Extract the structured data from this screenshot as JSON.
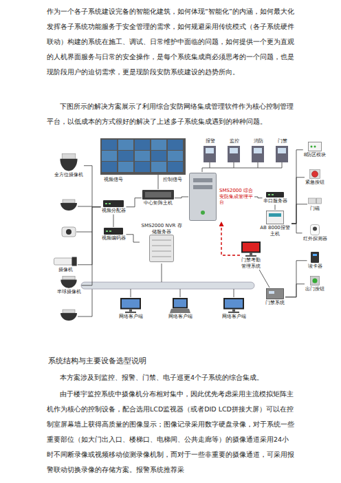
{
  "diagram": {
    "nodes": [
      {
        "text": [
          "全方位摄像机"
        ]
      },
      {
        "text": [
          "摄像机"
        ]
      },
      {
        "text": [
          "半球摄像机"
        ]
      },
      {
        "text": [
          "视频分配器"
        ]
      },
      {
        "text": [
          "中心矩阵主机"
        ]
      },
      {
        "text": [
          "视频编码器"
        ]
      },
      {
        "text": [
          "SMS2000 NVR 存储服务器"
        ]
      },
      {
        "text": [
          "SMS2000 综合安防集成管理平台"
        ]
      },
      {
        "text": [
          "串口服务器"
        ]
      },
      {
        "text": [
          "AB 8000报警主机"
        ]
      },
      {
        "text": [
          "门禁考勤管理系统"
        ]
      },
      {
        "text": [
          "门禁系统"
        ]
      },
      {
        "text": [
          "网络客户端"
        ]
      },
      {
        "text": [
          "网络客户端"
        ]
      },
      {
        "text": [
          "网络客户端"
        ]
      },
      {
        "text": [
          "8防区模块"
        ]
      },
      {
        "text": [
          "紧急按钮"
        ]
      },
      {
        "text": [
          "门磁"
        ]
      },
      {
        "text": [
          "红外探测器"
        ]
      },
      {
        "text": [
          "读卡器"
        ]
      },
      {
        "text": [
          "出门按钮"
        ]
      }
    ],
    "edges": [
      {
        "from": 0,
        "to": 3,
        "arrow": "none"
      },
      {
        "from": 1,
        "to": 3,
        "arrow": "none"
      },
      {
        "from": 2,
        "to": 3,
        "arrow": "none"
      },
      {
        "from": 3,
        "to": 4,
        "arrow": "none"
      },
      {
        "from": 3,
        "to": 5,
        "arrow": "none"
      },
      {
        "from": 5,
        "to": 6,
        "arrow": "none"
      },
      {
        "from": 4,
        "to": 7,
        "arrow": "none"
      },
      {
        "from": 7,
        "to": 8,
        "arrow": "none"
      },
      {
        "from": 8,
        "to": 9,
        "arrow": "none"
      },
      {
        "from": 9,
        "to": 15,
        "arrow": "none"
      },
      {
        "from": 9,
        "to": 16,
        "arrow": "none"
      },
      {
        "from": 9,
        "to": 17,
        "arrow": "none"
      },
      {
        "from": 9,
        "to": 18,
        "arrow": "none"
      },
      {
        "from": 10,
        "to": 7,
        "arrow": "to"
      },
      {
        "from": 11,
        "to": 10,
        "arrow": "none"
      },
      {
        "from": 11,
        "to": 19,
        "arrow": "none"
      },
      {
        "from": 11,
        "to": 20,
        "arrow": "none"
      }
    ],
    "labels": [
      "作为一个各子系统建设完备的智能化建筑，如何体现“智能化”的内涵，如何最大化发挥各子系统功能服务于安全管理的需求，如何规避采用传统模式（各子系统硬件联动）构建的系统在施工、调试、日常维护中面临的问题，如何提供一个更为直观的人机界面服务与日常的安全操作，是每个系统集成商必须思考的一个问题，也是现阶段用户的迫切需求，更是现阶段安防系统建设的趋势所向。",
      "下图所示的解决方案展示了利用综合安防网络集成管理软件作为核心控制管理平台，以低成本的方式很好的解决了上述多子系统集成遇到的种种问题。",
      "视频信号",
      "控制信号",
      "报警",
      "监控",
      "消防",
      "门禁",
      "系统结构与主要设备选型说明",
      "本方案涉及到监控、报警、门禁、电子巡更4个子系统的综合集成。",
      "由于楼宇监控系统中摄像机分布相对集中，因此优先考虑采用主流模拟矩阵主机作为核心的控制设备，配合选用LCD监视器（或者DID LCD拼接大屏）可以在控制室屏幕墙上获得高质量的图像显示；图像记录采用数字硬盘录像，对于系统一些重要部位（如大门出入口、楼梯口、电梯间、公共走廊等）的摄像通道采用24小时不间断录像或视频移动侦测录像机制，而对于一些非重要的摄像通道，可采用报警联动切换录像的存储方案。报警系统推荐采"
    ]
  }
}
